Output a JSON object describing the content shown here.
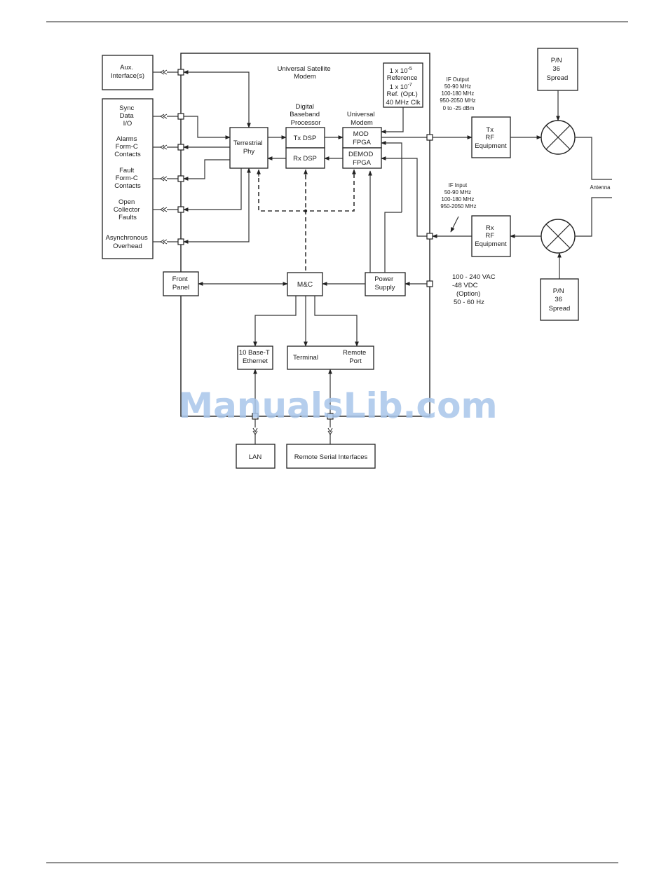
{
  "diagram": {
    "title": [
      "Universal Satellite",
      "Modem"
    ],
    "left_interfaces": {
      "aux": [
        "Aux.",
        "Interface(s)"
      ],
      "sync": [
        "Sync",
        "Data",
        "I/O"
      ],
      "alarms": [
        "Alarms",
        "Form-C",
        "Contacts"
      ],
      "fault": [
        "Fault",
        "Form-C",
        "Contacts"
      ],
      "open": [
        "Open",
        "Collector",
        "Faults"
      ],
      "async": [
        "Asynchronous",
        "Overhead"
      ]
    },
    "terrestrial": [
      "Terrestrial",
      "Phy"
    ],
    "dbp_label": [
      "Digital",
      "Baseband",
      "Processor"
    ],
    "tx_dsp": "Tx DSP",
    "rx_dsp": "Rx DSP",
    "um_label": [
      "Universal",
      "Modem"
    ],
    "mod": [
      "MOD",
      "FPGA"
    ],
    "demod": [
      "DEMOD",
      "FPGA"
    ],
    "reference": {
      "line1": "1 x 10",
      "exp1": "-5",
      "line2": "Reference",
      "line3": "1 x 10",
      "exp3": "-7",
      "line4": "Ref. (Opt.)",
      "line5": "40 MHz Clk"
    },
    "if_output": [
      "IF Output",
      "50-90 MHz",
      "100-180 MHz",
      "950-2050 MHz",
      "0 to -25 dBm"
    ],
    "if_input": [
      "IF Input",
      "50-90 MHz",
      "100-180 MHz",
      "950-2050 MHz"
    ],
    "tx_rf": [
      "Tx",
      "RF",
      "Equipment"
    ],
    "rx_rf": [
      "Rx",
      "RF",
      "Equipment"
    ],
    "pn_top": [
      "P/N",
      "36",
      "Spread"
    ],
    "pn_bottom": [
      "P/N",
      "36",
      "Spread"
    ],
    "antenna": "Antenna",
    "front_panel": [
      "Front",
      "Panel"
    ],
    "mc": "M&C",
    "power_supply": [
      "Power",
      "Supply"
    ],
    "power_input": [
      "100 - 240 VAC",
      "-48 VDC",
      "(Option)",
      "50 - 60 Hz"
    ],
    "ethernet": [
      "10 Base-T",
      "Ethernet"
    ],
    "terminal": "Terminal",
    "remote_port": [
      "Remote",
      "Port"
    ],
    "lan": "LAN",
    "remote_serial": "Remote Serial Interfaces"
  },
  "watermark": "ManualsLib.com"
}
